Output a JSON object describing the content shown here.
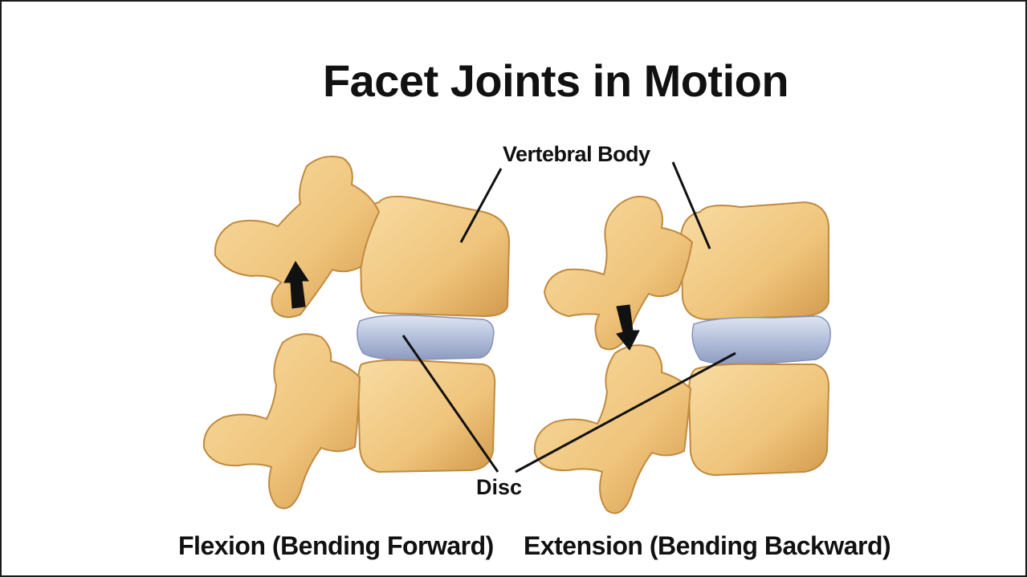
{
  "title": "Facet Joints in Motion",
  "labels": {
    "vertebral_body": "Vertebral Body",
    "disc": "Disc"
  },
  "captions": {
    "left": "Flexion (Bending Forward)",
    "right": "Extension (Bending Backward)"
  },
  "colors": {
    "bone": "#f2cf8c",
    "bone_shadow": "#c9913f",
    "disc": "#b8c4dd",
    "ink": "#111111"
  },
  "arrows": {
    "left": "up-arrow-icon",
    "right": "down-arrow-icon"
  }
}
